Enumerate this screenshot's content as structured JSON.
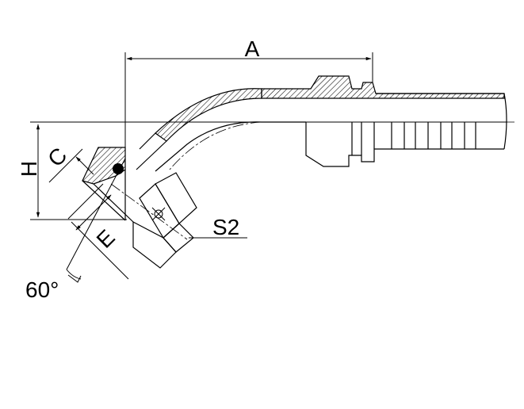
{
  "labels": {
    "a": "A",
    "h": "H",
    "c": "C",
    "e": "E",
    "s2": "S2",
    "angle": "60°"
  }
}
